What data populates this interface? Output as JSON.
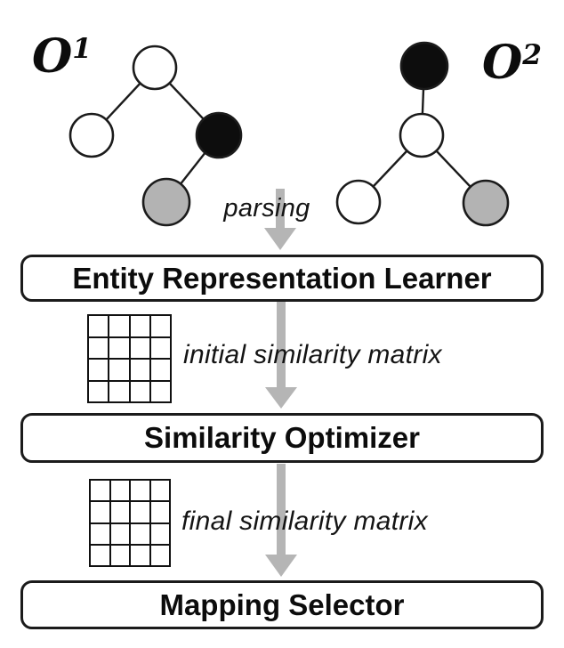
{
  "colors": {
    "node_white": "#ffffff",
    "node_black": "#0d0d0d",
    "node_gray": "#b3b3b3",
    "arrow": "#b5b5b5",
    "outline": "#1b1b1b"
  },
  "trees": [
    {
      "label": "O",
      "sup": "1",
      "nodes": [
        "white root",
        "white left child",
        "black right child",
        "gray leaf under black node"
      ]
    },
    {
      "label": "O",
      "sup": "2",
      "nodes": [
        "black root",
        "white middle node",
        "white left child",
        "gray right child"
      ]
    }
  ],
  "flow": {
    "parsing_label": "parsing",
    "step1": "Entity Representation Learner",
    "initial_matrix_label": "initial similarity matrix",
    "step2": "Similarity Optimizer",
    "final_matrix_label": "final similarity matrix",
    "step3": "Mapping Selector"
  },
  "matrix": {
    "rows": 4,
    "cols": 4
  }
}
